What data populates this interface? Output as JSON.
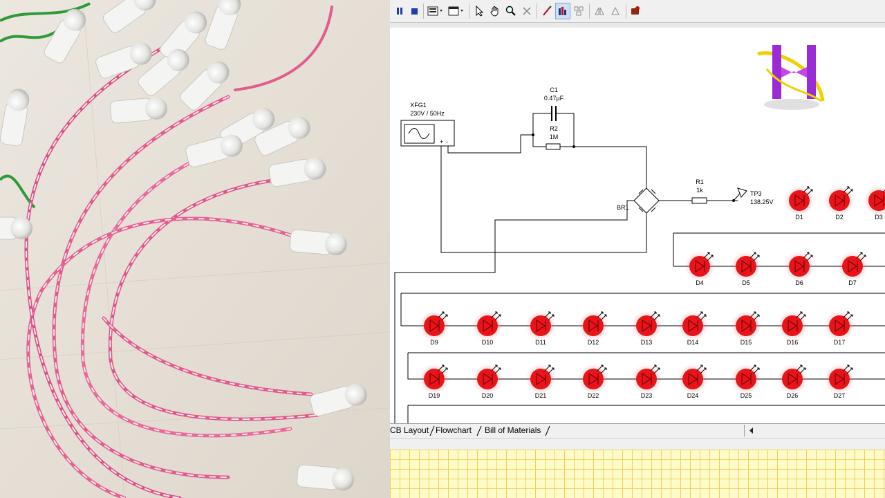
{
  "toolbar": {
    "buttons": [
      "pause",
      "stop",
      "component-list",
      "view-options",
      "select-pointer",
      "pan-hand",
      "zoom",
      "delete",
      "probe",
      "grapher",
      "postprocessor",
      "flip",
      "rotate",
      "record"
    ]
  },
  "schematic": {
    "source": {
      "ref": "XFG1",
      "value": "230V / 50Hz",
      "plus": "+",
      "minus": "-"
    },
    "capacitor": {
      "ref": "C1",
      "value": "0.47µF"
    },
    "resistor_r2": {
      "ref": "R2",
      "value": "1M"
    },
    "bridge": {
      "ref": "BR1"
    },
    "resistor_r1": {
      "ref": "R1",
      "value": "1k"
    },
    "probe": {
      "ref": "TP3",
      "value": "138.25V"
    },
    "rows": [
      [
        "D1",
        "D2",
        "D3"
      ],
      [
        "D4",
        "D5",
        "D6",
        "D7"
      ],
      [
        "D9",
        "D10",
        "D11",
        "D12",
        "D13",
        "D14",
        "D15",
        "D16",
        "D17"
      ],
      [
        "D19",
        "D20",
        "D21",
        "D22",
        "D23",
        "D24",
        "D25",
        "D26",
        "D27"
      ]
    ],
    "led_color": "#e8141a"
  },
  "tabs": [
    {
      "label": "CB Layout"
    },
    {
      "label": "Flowchart"
    },
    {
      "label": "Bill of Materials"
    }
  ],
  "logo": {
    "letter": "H",
    "colors": [
      "#9b2bd6",
      "#f0d000"
    ]
  }
}
